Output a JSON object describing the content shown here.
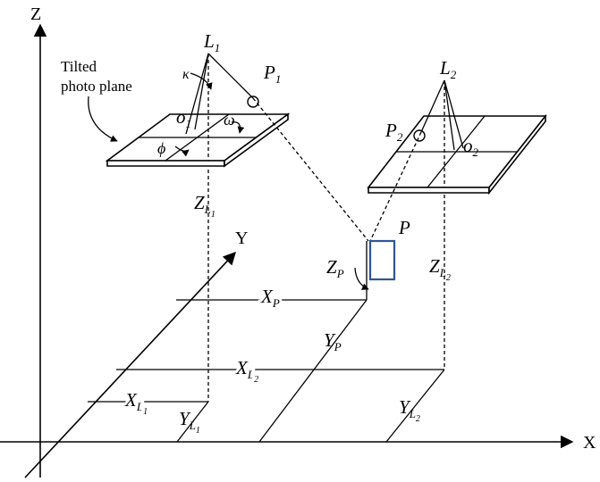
{
  "axes": {
    "x": "X",
    "y": "Y",
    "z": "Z"
  },
  "note": {
    "line1": "Tilted",
    "line2": "photo plane"
  },
  "symbols": {
    "L": "L",
    "P": "P",
    "o": "o",
    "Z": "Z",
    "X": "X",
    "Y": "Y",
    "one": "1",
    "two": "2",
    "kappa": "κ",
    "omega": "ω",
    "phi": "ϕ"
  },
  "colors": {
    "ink": "#000000",
    "ground_point": "#2f5597"
  }
}
